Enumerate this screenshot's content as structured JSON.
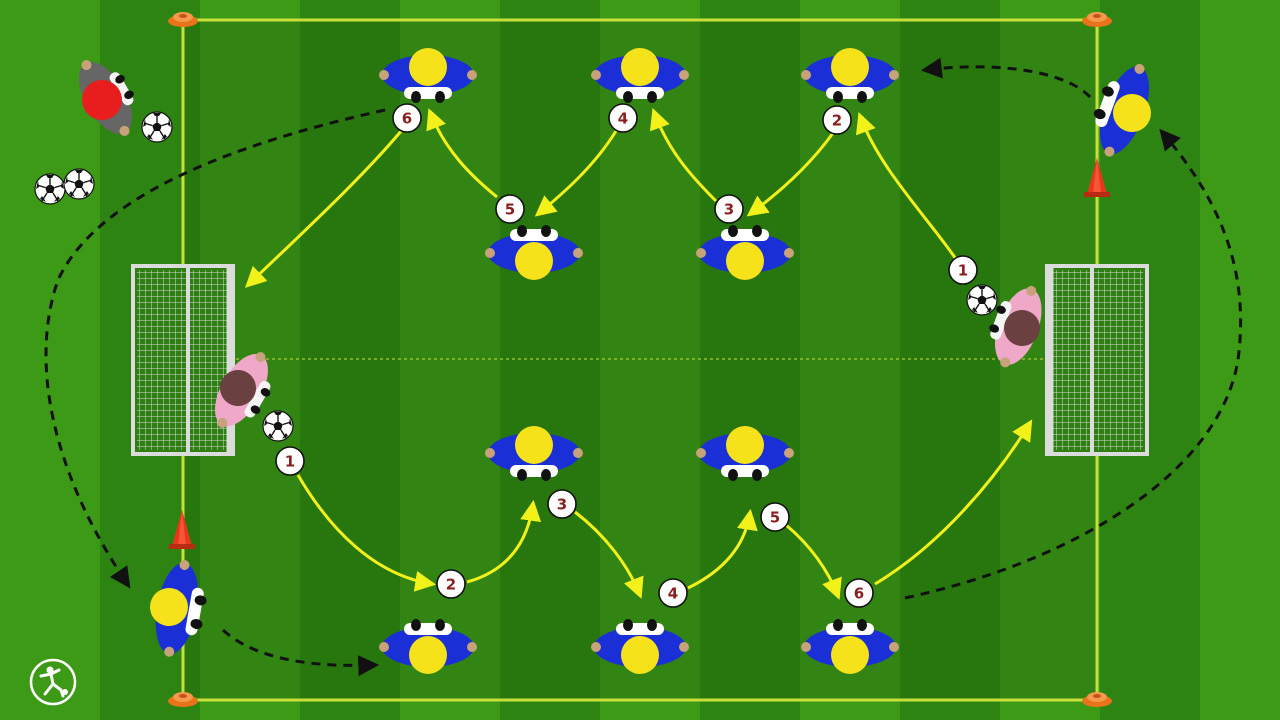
{
  "colors": {
    "grass_light": "#3c9a17",
    "grass_dark": "#2d7f12",
    "pitch_inner": "#266e10",
    "line": "#c9e03a",
    "pass_arrow": "#f2f21a",
    "run_arrow": "#111111",
    "player_shirt": "#1b2fd6",
    "player_head": "#f5e21a",
    "keeper_shirt": "#f0a8c8",
    "keeper_head": "#6b4040",
    "coach_shirt": "#666666",
    "coach_head": "#e81e1e",
    "cone": "#e8371a",
    "number_text": "#8b1e1e"
  },
  "icons": [
    "soccer-ball-icon",
    "training-cone-icon",
    "goal-net-icon",
    "brand-logo-icon"
  ],
  "top_sequence": {
    "labels": [
      "1",
      "2",
      "3",
      "4",
      "5",
      "6"
    ]
  },
  "bottom_sequence": {
    "labels": [
      "1",
      "2",
      "3",
      "4",
      "5",
      "6"
    ]
  }
}
